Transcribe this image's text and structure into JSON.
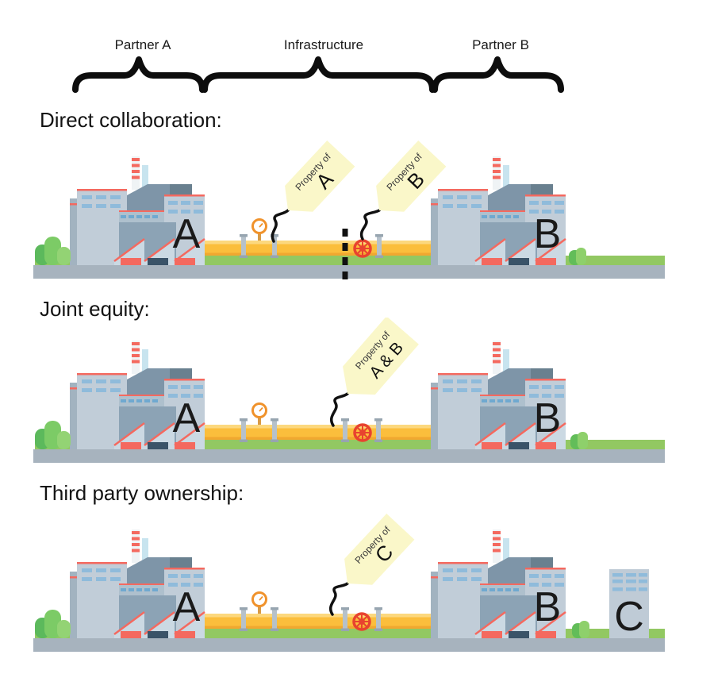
{
  "braces": {
    "labels": [
      {
        "text": "Partner A"
      },
      {
        "text": "Infrastructure"
      },
      {
        "text": "Partner B"
      }
    ]
  },
  "scenes": [
    {
      "heading": "Direct collaboration:",
      "factory_left_letter": "A",
      "factory_right_letter": "B",
      "tags": [
        {
          "line1": "Property of",
          "line2": "A"
        },
        {
          "line1": "Property of",
          "line2": "B"
        }
      ]
    },
    {
      "heading": "Joint equity:",
      "factory_left_letter": "A",
      "factory_right_letter": "B",
      "tags": [
        {
          "line1": "Property of",
          "line2": "A & B"
        }
      ]
    },
    {
      "heading": "Third party ownership:",
      "factory_left_letter": "A",
      "factory_right_letter": "B",
      "building_c_letter": "C",
      "tags": [
        {
          "line1": "Property of",
          "line2": "C"
        }
      ]
    }
  ],
  "palette": {
    "pipe_yellow": "#FBBE3C",
    "pipe_highlight": "#FCD87E",
    "pipe_shadow": "#F0A830",
    "grass_green": "#92C862",
    "ground_gray": "#A7B3BE",
    "factory_light": "#C1CDD8",
    "factory_medium": "#8CA3B5",
    "factory_dark": "#7E95A8",
    "roof_dark": "#69808F",
    "accent_red": "#F4695F",
    "valve_red": "#E8432F",
    "gauge_orange": "#F0922B",
    "tag_yellow": "#FAF7C9",
    "window_blue": "#8FBBDB",
    "bush_green": "#7CCB66",
    "door_navy": "#3A5368",
    "text_black": "#1A1A1A"
  }
}
